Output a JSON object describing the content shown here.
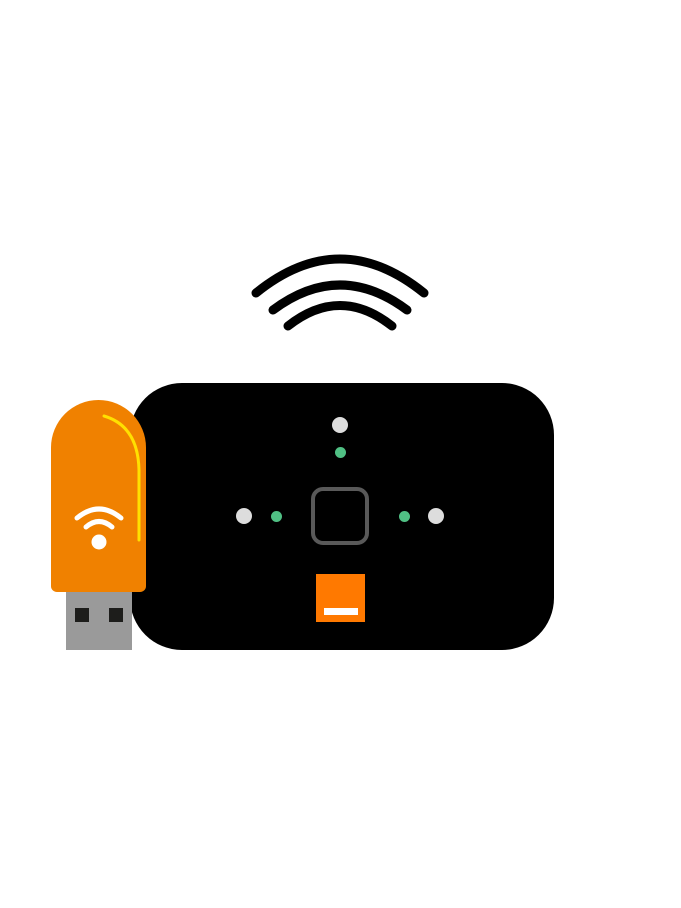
{
  "illustration": {
    "title": "Mobile Wi-Fi hotspot with USB Wi-Fi dongle",
    "colors": {
      "background": "#ffffff",
      "device_body": "#000000",
      "signal_waves": "#000000",
      "dongle_body": "#f08100",
      "dongle_highlight": "#ffe000",
      "dongle_wifi_symbol": "#ffffff",
      "usb_plug": "#9a9a9a",
      "usb_plug_holes": "#1d1d1b",
      "led_white": "#dddddd",
      "led_green": "#50c084",
      "center_button_outline": "#595959",
      "brand_logo": "#ff7900",
      "brand_logo_bar": "#ffffff"
    },
    "wireless_signal": {
      "arcs": 3
    },
    "hotspot": {
      "leds_white": 3,
      "leds_green": 3,
      "center_button": "power-button"
    },
    "dongle": {
      "wifi_arcs": 2
    }
  }
}
